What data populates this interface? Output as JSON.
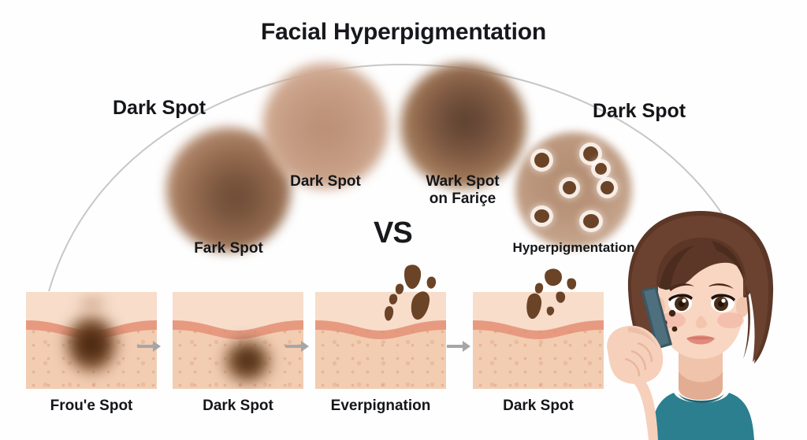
{
  "page": {
    "title": "Facial Hyperpigmentation",
    "background_color": "#fefefe",
    "text_color": "#141619"
  },
  "comparison": {
    "vs_label": "VS"
  },
  "top_labels": {
    "left": "Dark Spot",
    "right": "Dark Spot"
  },
  "spheres": [
    {
      "id": "sphere-1",
      "label": "Fark Spot",
      "color": "#7d5840",
      "label_position": "below"
    },
    {
      "id": "sphere-2",
      "label": "Dark Spot",
      "color": "#c1977d",
      "label_position": "below"
    },
    {
      "id": "sphere-3",
      "label": "Wark Spot",
      "label_line2": "on Fariçe",
      "color": "#6d4d39",
      "label_position": "below"
    },
    {
      "id": "sphere-4",
      "label": "Hyperpigmentation",
      "color": "#b9947a",
      "pore_color": "#6b4327",
      "pore_count": 7,
      "label_position": "below"
    }
  ],
  "skin_panels": [
    {
      "id": "panel-1",
      "label": "Frou'e Spot",
      "pigment": "deep-blob-at-surface"
    },
    {
      "id": "panel-2",
      "label": "Dark Spot",
      "pigment": "blob-in-dermis"
    },
    {
      "id": "panel-3",
      "label": "Everpignation",
      "pigment": "melanin-cluster-above"
    },
    {
      "id": "panel-4",
      "label": "Dark Spot",
      "pigment": "melanin-cluster-above-small"
    }
  ],
  "skin_colors": {
    "epidermis": "#f7ddca",
    "basal_band": "#e79a80",
    "dermis": "#f2cdb2",
    "melanin": "#6b4327"
  },
  "arrows": {
    "glyph": "→",
    "color": "#a6a6a6",
    "count": 3
  },
  "illustration": {
    "name": "woman-with-phone",
    "hair_color": "#5c3626",
    "skin_color": "#f6d2bd",
    "shirt_color": "#2b7f8f",
    "phone_color": "#3c5763",
    "cheek_spots": 3
  },
  "arc": {
    "color": "#bdbdbd",
    "stroke_width": 2
  }
}
